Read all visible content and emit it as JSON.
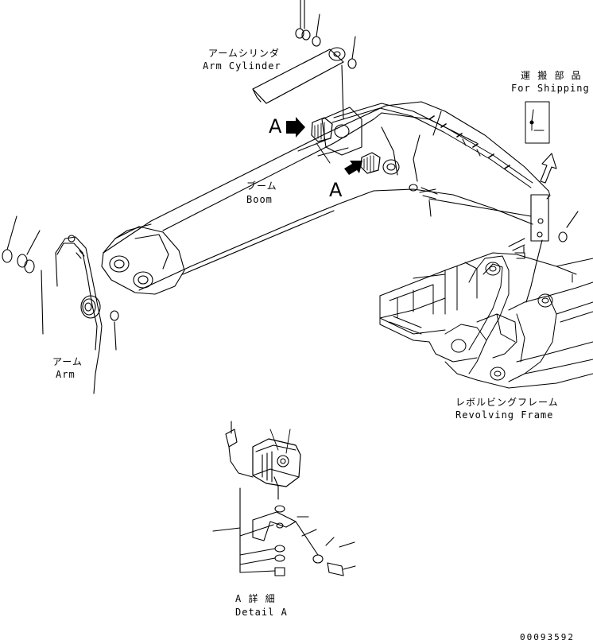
{
  "labels": {
    "arm_cylinder_jp": "アームシリンダ",
    "arm_cylinder_en": "Arm Cylinder",
    "for_shipping_jp": "運 搬 部 品",
    "for_shipping_en": "For Shipping",
    "boom_jp": "ブーム",
    "boom_en": "Boom",
    "arm_jp": "アーム",
    "arm_en": "Arm",
    "revolving_frame_jp": "レボルビングフレーム",
    "revolving_frame_en": "Revolving Frame",
    "detail_a_jp": "A 詳 細",
    "detail_a_en": "Detail A",
    "view_marker_upper": "A",
    "view_marker_lower": "A",
    "drawing_number": "00093592"
  }
}
